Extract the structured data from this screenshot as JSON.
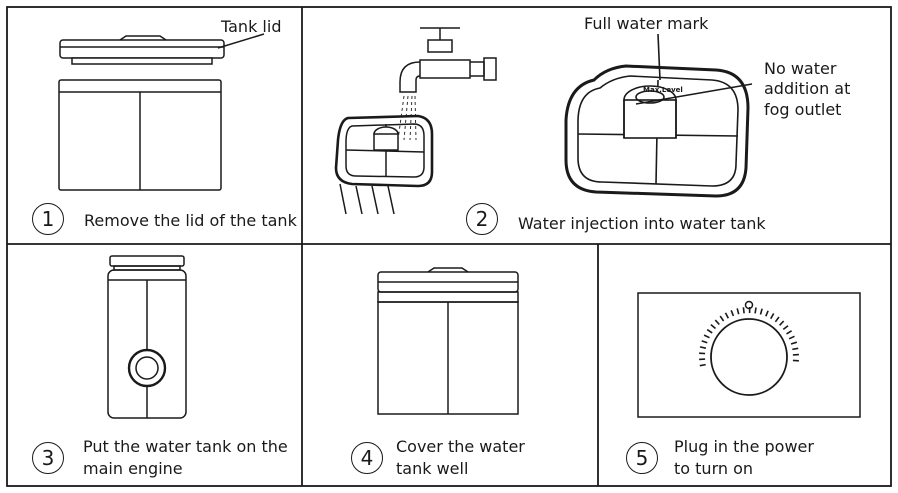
{
  "panels": [
    {
      "step": "1",
      "caption": [
        "Remove the lid of the tank"
      ],
      "callouts": [
        "Tank lid"
      ]
    },
    {
      "step": "2",
      "caption": [
        "Water injection into water tank"
      ],
      "callouts": [
        "Full water mark",
        "No water",
        "addition at",
        "fog outlet"
      ],
      "mark_text": "Max.Level"
    },
    {
      "step": "3",
      "caption": [
        "Put the water tank on the",
        "main engine"
      ]
    },
    {
      "step": "4",
      "caption": [
        "Cover the water",
        "tank well"
      ]
    },
    {
      "step": "5",
      "caption": [
        "Plug in the power",
        "to turn on"
      ]
    }
  ]
}
